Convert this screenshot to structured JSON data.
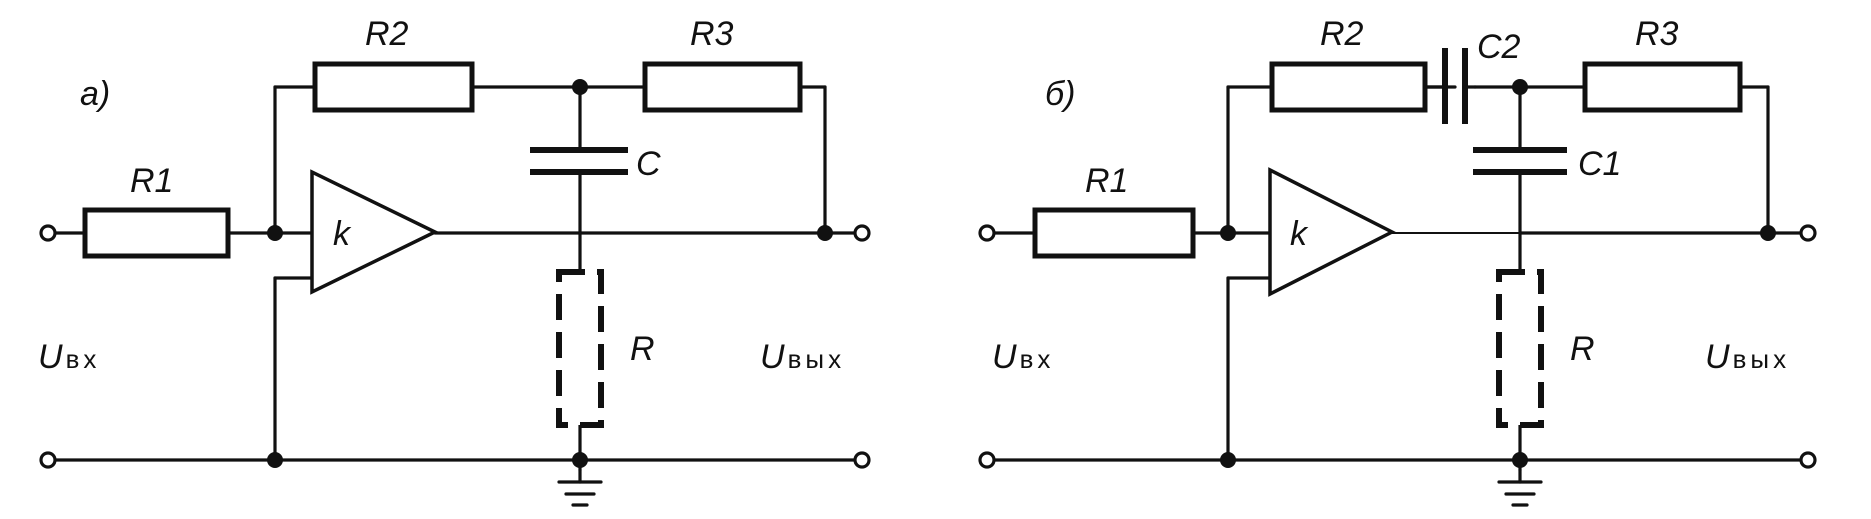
{
  "circuit_a": {
    "tag": "а)",
    "amp_gain": "k",
    "labels": {
      "r1": "R1",
      "r2": "R2",
      "r3": "R3",
      "c": "C",
      "r": "R"
    },
    "input": {
      "u": "U",
      "sub": "вх"
    },
    "output": {
      "u": "U",
      "sub": "вых"
    }
  },
  "circuit_b": {
    "tag": "б)",
    "amp_gain": "k",
    "labels": {
      "r1": "R1",
      "r2": "R2",
      "r3": "R3",
      "c1": "C1",
      "c2": "C2",
      "r": "R"
    },
    "input": {
      "u": "U",
      "sub": "вх"
    },
    "output": {
      "u": "U",
      "sub": "вых"
    }
  }
}
